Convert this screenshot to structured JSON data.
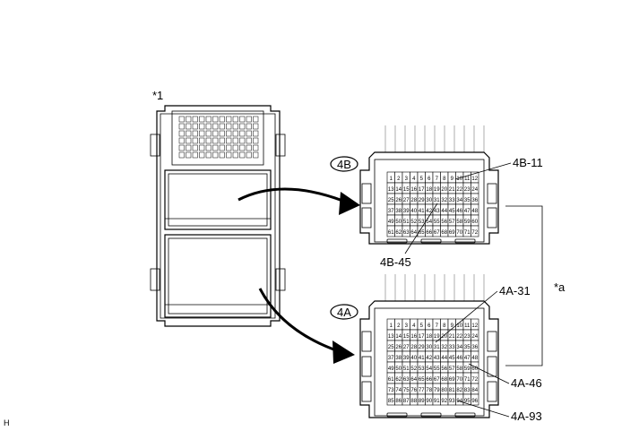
{
  "labels": {
    "star1": "*1",
    "star_a": "*a",
    "footer": "H",
    "conn_4b": "4B",
    "conn_4a": "4A"
  },
  "callouts": {
    "b11": "4B-11",
    "b45": "4B-45",
    "a31": "4A-31",
    "a46": "4A-46",
    "a93": "4A-93"
  },
  "connector_4b": {
    "rows": [
      [
        "1",
        "2",
        "3",
        "4",
        "5",
        "6",
        "7",
        "8",
        "9",
        "10",
        "11",
        "12"
      ],
      [
        "13",
        "14",
        "15",
        "16",
        "17",
        "18",
        "19",
        "20",
        "21",
        "22",
        "23",
        "24"
      ],
      [
        "25",
        "26",
        "27",
        "28",
        "29",
        "30",
        "31",
        "32",
        "33",
        "34",
        "35",
        "36"
      ],
      [
        "37",
        "38",
        "39",
        "40",
        "41",
        "42",
        "43",
        "44",
        "45",
        "46",
        "47",
        "48"
      ],
      [
        "49",
        "50",
        "51",
        "52",
        "53",
        "54",
        "55",
        "56",
        "57",
        "58",
        "59",
        "60"
      ],
      [
        "61",
        "62",
        "63",
        "64",
        "65",
        "66",
        "67",
        "68",
        "69",
        "70",
        "71",
        "72"
      ]
    ]
  },
  "connector_4a": {
    "rows": [
      [
        "1",
        "2",
        "3",
        "4",
        "5",
        "6",
        "7",
        "8",
        "9",
        "10",
        "11",
        "12"
      ],
      [
        "13",
        "14",
        "15",
        "16",
        "17",
        "18",
        "19",
        "20",
        "21",
        "22",
        "23",
        "24"
      ],
      [
        "25",
        "26",
        "27",
        "28",
        "29",
        "30",
        "31",
        "32",
        "33",
        "34",
        "35",
        "36"
      ],
      [
        "37",
        "38",
        "39",
        "40",
        "41",
        "42",
        "43",
        "44",
        "45",
        "46",
        "47",
        "48"
      ],
      [
        "49",
        "50",
        "51",
        "52",
        "53",
        "54",
        "55",
        "56",
        "57",
        "58",
        "59",
        "60"
      ],
      [
        "61",
        "62",
        "63",
        "64",
        "65",
        "66",
        "67",
        "68",
        "69",
        "70",
        "71",
        "72"
      ],
      [
        "73",
        "74",
        "75",
        "76",
        "77",
        "78",
        "79",
        "80",
        "81",
        "82",
        "83",
        "84"
      ],
      [
        "85",
        "86",
        "87",
        "88",
        "89",
        "90",
        "91",
        "92",
        "93",
        "94",
        "95",
        "96"
      ]
    ]
  }
}
